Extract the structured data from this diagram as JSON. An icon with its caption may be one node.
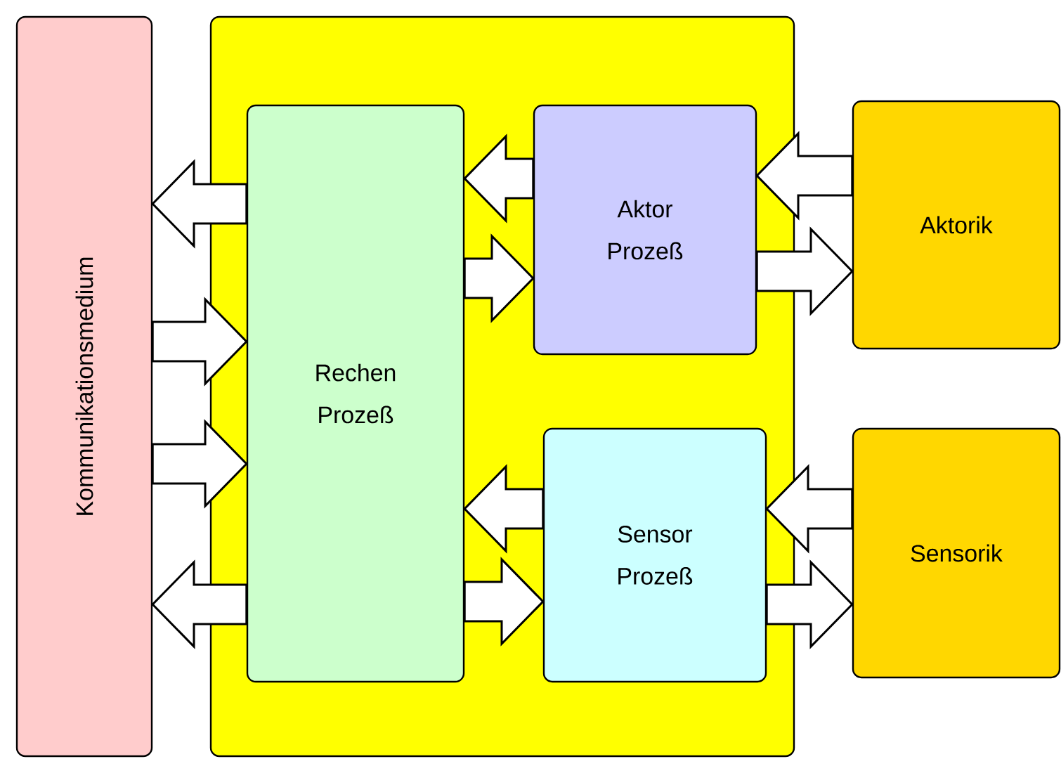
{
  "diagram": {
    "nodes": [
      {
        "text": [
          "Kommunikationsmedium"
        ]
      },
      {
        "text": [],
        "shape": "box"
      },
      {
        "text": [
          "Rechen",
          "Prozeß"
        ],
        "in": 1
      },
      {
        "text": [
          "Aktor",
          "Prozeß"
        ],
        "in": 1
      },
      {
        "text": [
          "Sensor",
          "Prozeß"
        ],
        "in": 1
      },
      {
        "text": [
          "Aktorik"
        ]
      },
      {
        "text": [
          "Sensorik"
        ]
      }
    ],
    "edges": [
      {
        "from": 2,
        "to": 0,
        "arrow": "to"
      },
      {
        "from": 0,
        "to": 2,
        "arrow": "to"
      },
      {
        "from": 0,
        "to": 2,
        "arrow": "to"
      },
      {
        "from": 2,
        "to": 0,
        "arrow": "to"
      },
      {
        "from": 3,
        "to": 2,
        "arrow": "to"
      },
      {
        "from": 2,
        "to": 3,
        "arrow": "to"
      },
      {
        "from": 5,
        "to": 3,
        "arrow": "to"
      },
      {
        "from": 3,
        "to": 5,
        "arrow": "to"
      },
      {
        "from": 4,
        "to": 2,
        "arrow": "to"
      },
      {
        "from": 2,
        "to": 4,
        "arrow": "to"
      },
      {
        "from": 6,
        "to": 4,
        "arrow": "to"
      },
      {
        "from": 4,
        "to": 6,
        "arrow": "to"
      }
    ]
  }
}
